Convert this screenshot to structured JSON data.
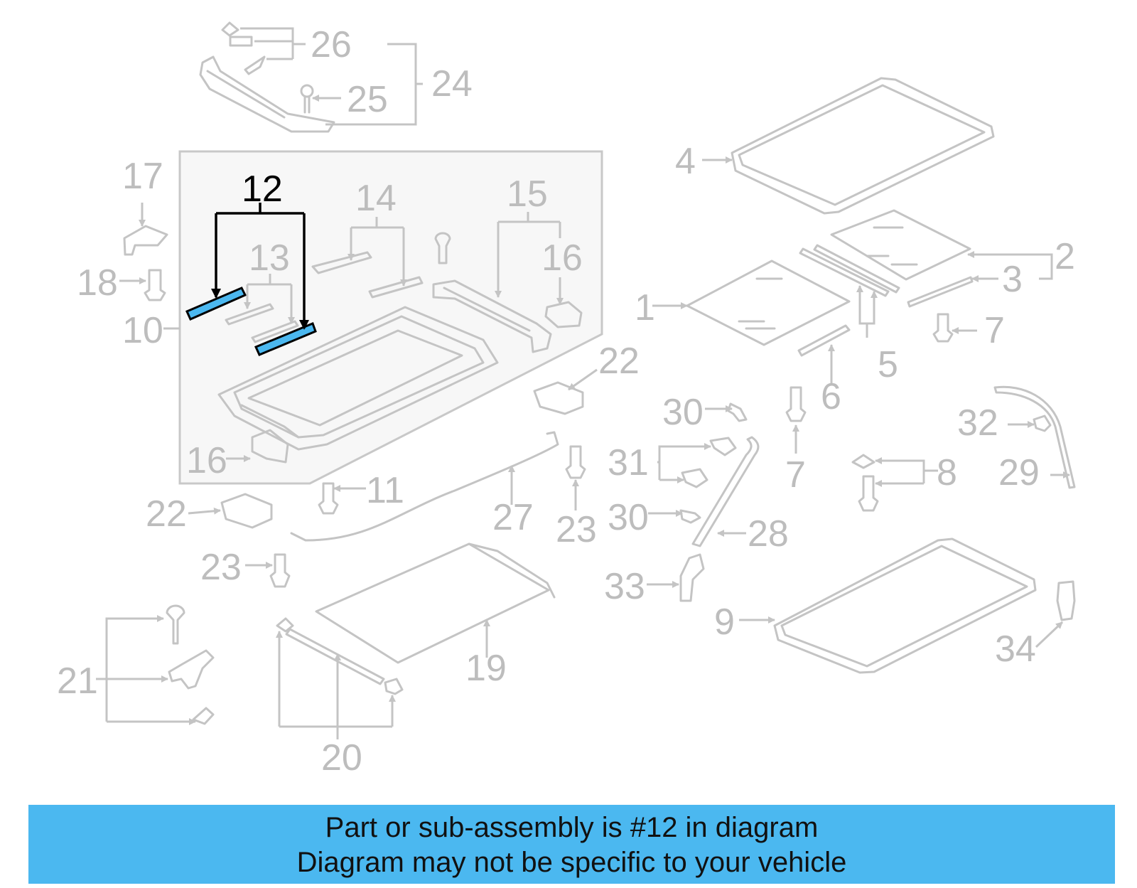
{
  "banner": {
    "line1": "Part or sub-assembly is #12 in diagram",
    "line2": "Diagram may not be specific to your vehicle"
  },
  "highlight": {
    "part": "12",
    "color": "#4bb8f0"
  },
  "callouts": [
    {
      "id": "1",
      "label": "1"
    },
    {
      "id": "2",
      "label": "2"
    },
    {
      "id": "3",
      "label": "3"
    },
    {
      "id": "4",
      "label": "4"
    },
    {
      "id": "5",
      "label": "5"
    },
    {
      "id": "6",
      "label": "6"
    },
    {
      "id": "7a",
      "label": "7"
    },
    {
      "id": "7b",
      "label": "7"
    },
    {
      "id": "8",
      "label": "8"
    },
    {
      "id": "9",
      "label": "9"
    },
    {
      "id": "10",
      "label": "10"
    },
    {
      "id": "11",
      "label": "11"
    },
    {
      "id": "12",
      "label": "12"
    },
    {
      "id": "13",
      "label": "13"
    },
    {
      "id": "14",
      "label": "14"
    },
    {
      "id": "15",
      "label": "15"
    },
    {
      "id": "16a",
      "label": "16"
    },
    {
      "id": "16b",
      "label": "16"
    },
    {
      "id": "17",
      "label": "17"
    },
    {
      "id": "18",
      "label": "18"
    },
    {
      "id": "19",
      "label": "19"
    },
    {
      "id": "20",
      "label": "20"
    },
    {
      "id": "21",
      "label": "21"
    },
    {
      "id": "22a",
      "label": "22"
    },
    {
      "id": "22b",
      "label": "22"
    },
    {
      "id": "23a",
      "label": "23"
    },
    {
      "id": "23b",
      "label": "23"
    },
    {
      "id": "24",
      "label": "24"
    },
    {
      "id": "25",
      "label": "25"
    },
    {
      "id": "26",
      "label": "26"
    },
    {
      "id": "27",
      "label": "27"
    },
    {
      "id": "28",
      "label": "28"
    },
    {
      "id": "29",
      "label": "29"
    },
    {
      "id": "30a",
      "label": "30"
    },
    {
      "id": "30b",
      "label": "30"
    },
    {
      "id": "31",
      "label": "31"
    },
    {
      "id": "32",
      "label": "32"
    },
    {
      "id": "33",
      "label": "33"
    },
    {
      "id": "34",
      "label": "34"
    }
  ]
}
